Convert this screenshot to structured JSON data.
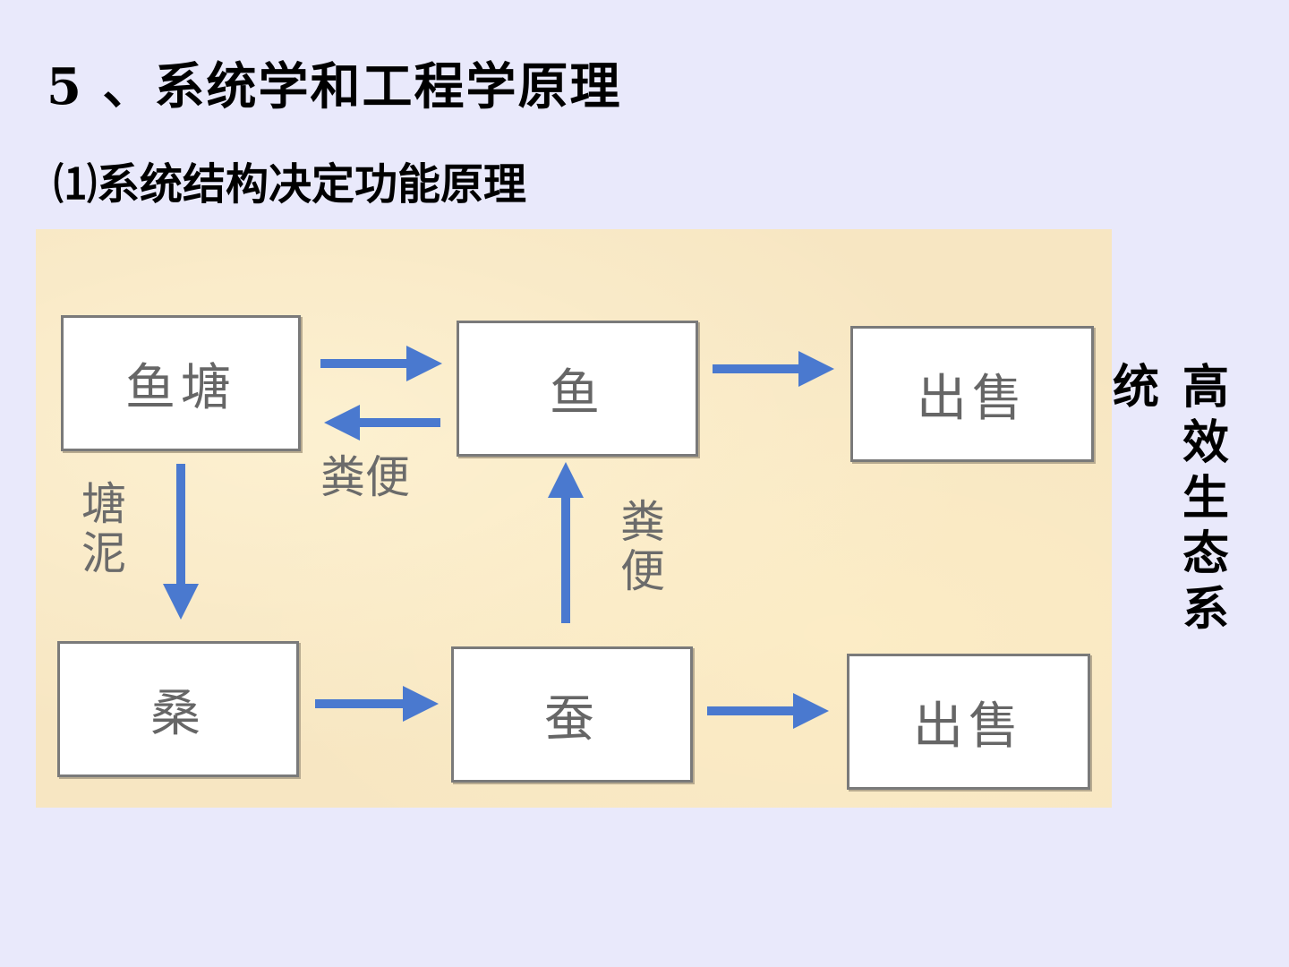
{
  "title": "5 、系统学和工程学原理",
  "subtitle": "⑴系统结构决定功能原理",
  "diagram": {
    "boxes": {
      "fishpond": "鱼塘",
      "fish": "鱼",
      "sell_top": "出售",
      "mulberry": "桑",
      "silkworm": "蚕",
      "sell_bottom": "出售"
    },
    "labels": {
      "manure_horizontal": "粪便",
      "pond_mud": "塘泥",
      "manure_vertical": "粪便"
    },
    "arrow_color": "#4a79cf"
  },
  "side_text": {
    "column1": "高效生态系",
    "column2": "统"
  }
}
